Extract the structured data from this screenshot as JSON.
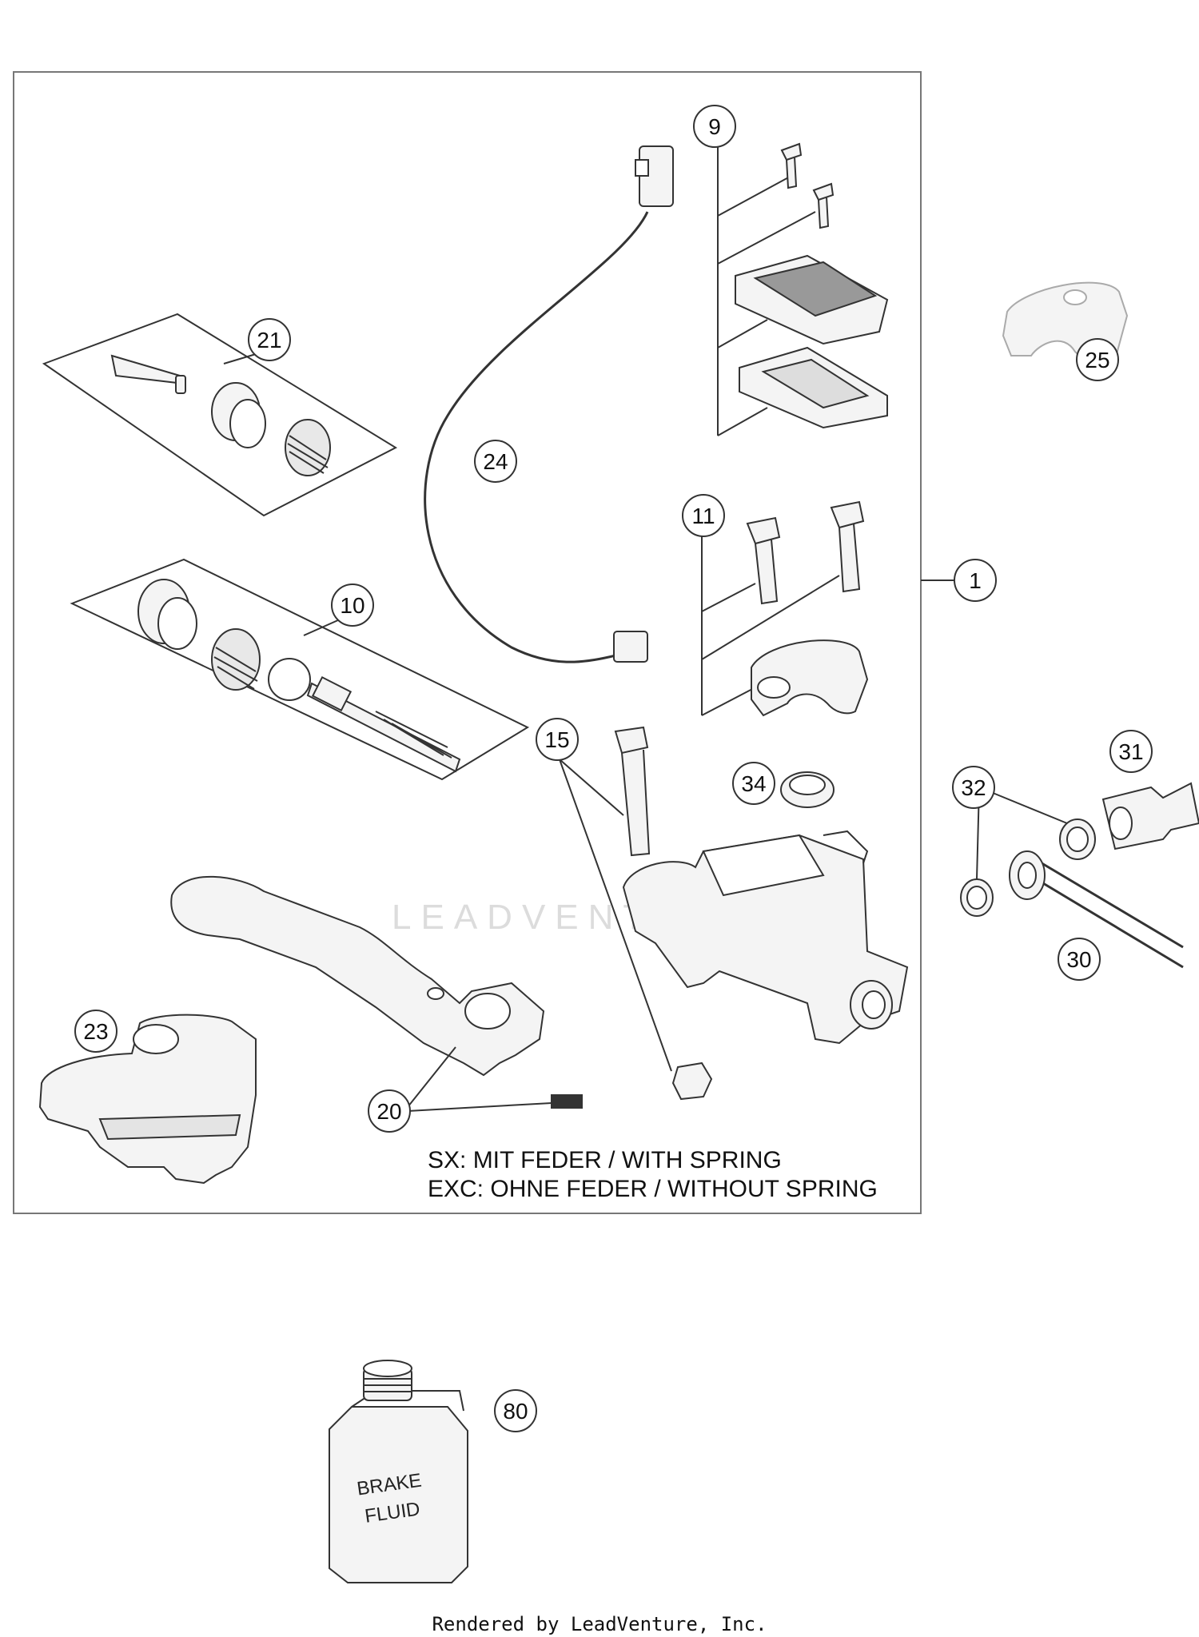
{
  "callouts": [
    {
      "id": "c1",
      "label": "1"
    },
    {
      "id": "c9",
      "label": "9"
    },
    {
      "id": "c10",
      "label": "10"
    },
    {
      "id": "c11",
      "label": "11"
    },
    {
      "id": "c15",
      "label": "15"
    },
    {
      "id": "c20",
      "label": "20"
    },
    {
      "id": "c21",
      "label": "21"
    },
    {
      "id": "c23",
      "label": "23"
    },
    {
      "id": "c24",
      "label": "24"
    },
    {
      "id": "c25",
      "label": "25"
    },
    {
      "id": "c30",
      "label": "30"
    },
    {
      "id": "c31",
      "label": "31"
    },
    {
      "id": "c32",
      "label": "32"
    },
    {
      "id": "c34",
      "label": "34"
    },
    {
      "id": "c80",
      "label": "80"
    }
  ],
  "notes": {
    "line1": "SX: MIT FEDER / WITH SPRING",
    "line2": "EXC: OHNE FEDER / WITHOUT SPRING"
  },
  "bottle": {
    "label_line1": "BRAKE",
    "label_line2": "FLUID"
  },
  "watermark": "LEADVENTURE",
  "footer": "Rendered by LeadVenture, Inc.",
  "colors": {
    "line": "#333333",
    "part_fill": "#f4f4f4",
    "frame": "#777777"
  }
}
